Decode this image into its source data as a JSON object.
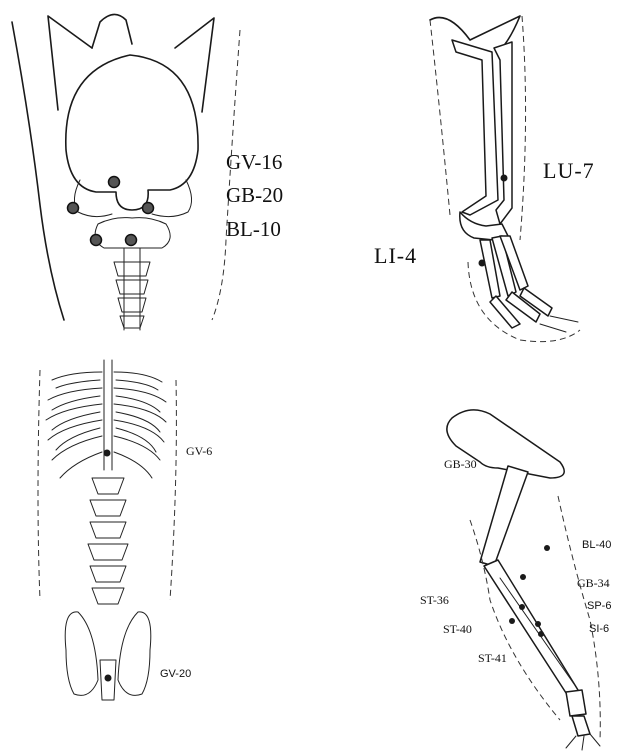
{
  "panels": {
    "head": {
      "labels": [
        "GV-16",
        "GB-20",
        "BL-10"
      ]
    },
    "foreleg": {
      "label_lu": "LU-7",
      "label_li": "LI-4"
    },
    "back": {
      "label_gv6": "GV-6",
      "label_gv20": "GV-20"
    },
    "hindleg": {
      "labels": {
        "gb30": "GB-30",
        "bl40": "BL-40",
        "gb34": "GB-34",
        "st36": "ST-36",
        "sp6": "SP-6",
        "st40": "ST-40",
        "si6": "SI-6",
        "st41": "ST-41"
      }
    }
  },
  "colors": {
    "ink": "#1a1a1a",
    "background": "#ffffff"
  }
}
